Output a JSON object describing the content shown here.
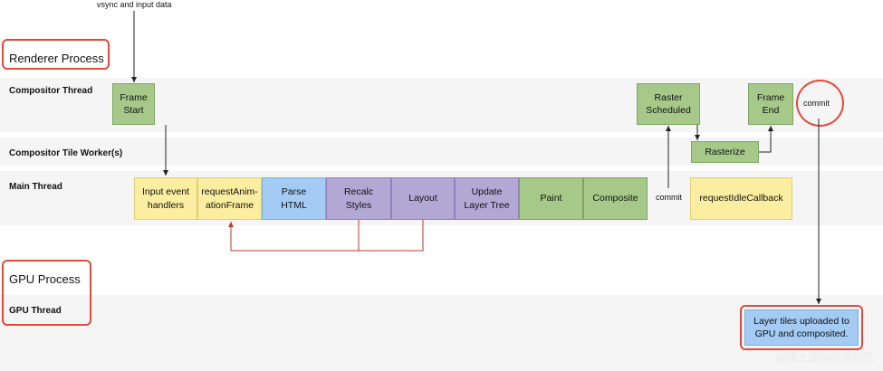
{
  "annotations": {
    "top_input": "vsync and input data",
    "commit_left": "commit",
    "commit_right": "commit",
    "watermark": "@稀土掘金技术社区"
  },
  "processes": {
    "renderer": "Renderer Process",
    "gpu": "GPU Process"
  },
  "threads": {
    "compositor": "Compositor Thread",
    "compositor_tile_workers": "Compositor Tile Worker(s)",
    "main": "Main Thread",
    "gpu": "GPU Thread"
  },
  "boxes": {
    "frame_start": "Frame\nStart",
    "raster_scheduled": "Raster\nScheduled",
    "frame_end": "Frame\nEnd",
    "rasterize": "Rasterize",
    "input_event_handlers": "Input event\nhandlers",
    "request_animation_frame": "requestAnim-\nationFrame",
    "parse_html": "Parse\nHTML",
    "recalc_styles": "Recalc\nStyles",
    "layout": "Layout",
    "update_layer_tree": "Update\nLayer Tree",
    "paint": "Paint",
    "composite": "Composite",
    "request_idle_callback": "requestIdleCallback",
    "layer_tiles": "Layer tiles uploaded to\nGPU and composited."
  },
  "colors": {
    "green": "#a6c98a",
    "yellow": "#fbeea0",
    "blue": "#a3cbf3",
    "purple": "#b3a7d3",
    "red": "#e24a3b",
    "band": "#f5f5f5"
  }
}
